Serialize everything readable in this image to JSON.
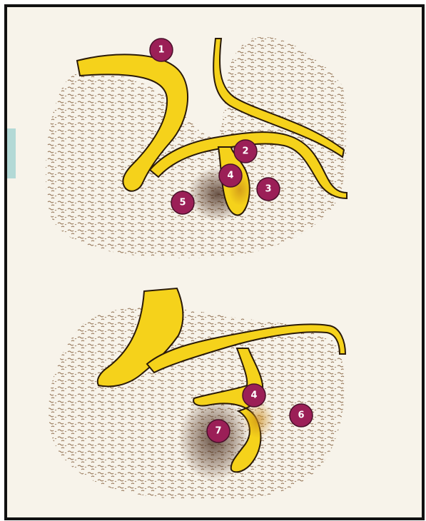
{
  "colors": {
    "background": "#f7f3ea",
    "canal": "#f5d21b",
    "outline": "#2a1a08",
    "stipple": "#8c6a4a",
    "dense_stipple": "#4a2a18",
    "badge": "#9b1f57"
  },
  "top_diagram": {
    "labels": [
      "1",
      "2",
      "4",
      "3",
      "5"
    ]
  },
  "bottom_diagram": {
    "labels": [
      "4",
      "6",
      "7"
    ]
  }
}
